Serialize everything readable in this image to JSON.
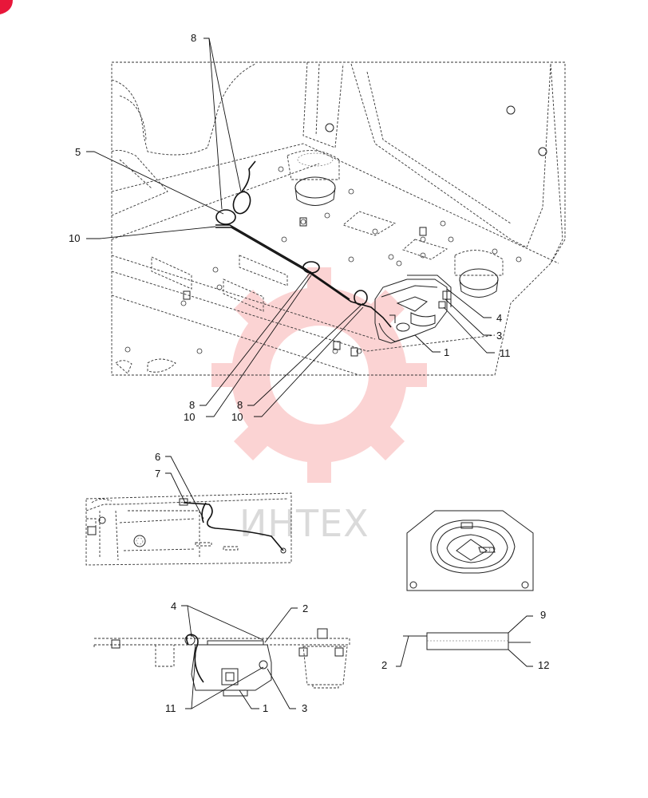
{
  "watermark": {
    "text": "ИНТЕХ",
    "color": "#f04040"
  },
  "callouts": {
    "top": [
      {
        "id": "c8a",
        "text": "8"
      },
      {
        "id": "c5",
        "text": "5"
      },
      {
        "id": "c10a",
        "text": "10"
      },
      {
        "id": "c4",
        "text": "4"
      },
      {
        "id": "c3",
        "text": "3"
      },
      {
        "id": "c11",
        "text": "11"
      },
      {
        "id": "c1",
        "text": "1"
      },
      {
        "id": "c8b",
        "text": "8"
      },
      {
        "id": "c8c",
        "text": "8"
      },
      {
        "id": "c10b",
        "text": "10"
      },
      {
        "id": "c10c",
        "text": "10"
      }
    ],
    "side": [
      {
        "id": "c6",
        "text": "6"
      },
      {
        "id": "c7",
        "text": "7"
      }
    ],
    "bottom": [
      {
        "id": "c4b",
        "text": "4"
      },
      {
        "id": "c2b",
        "text": "2"
      },
      {
        "id": "c11b",
        "text": "11"
      },
      {
        "id": "c1b",
        "text": "1"
      },
      {
        "id": "c3b",
        "text": "3"
      }
    ],
    "detail": [
      {
        "id": "c9",
        "text": "9"
      },
      {
        "id": "c2c",
        "text": "2"
      },
      {
        "id": "c12",
        "text": "12"
      }
    ]
  }
}
